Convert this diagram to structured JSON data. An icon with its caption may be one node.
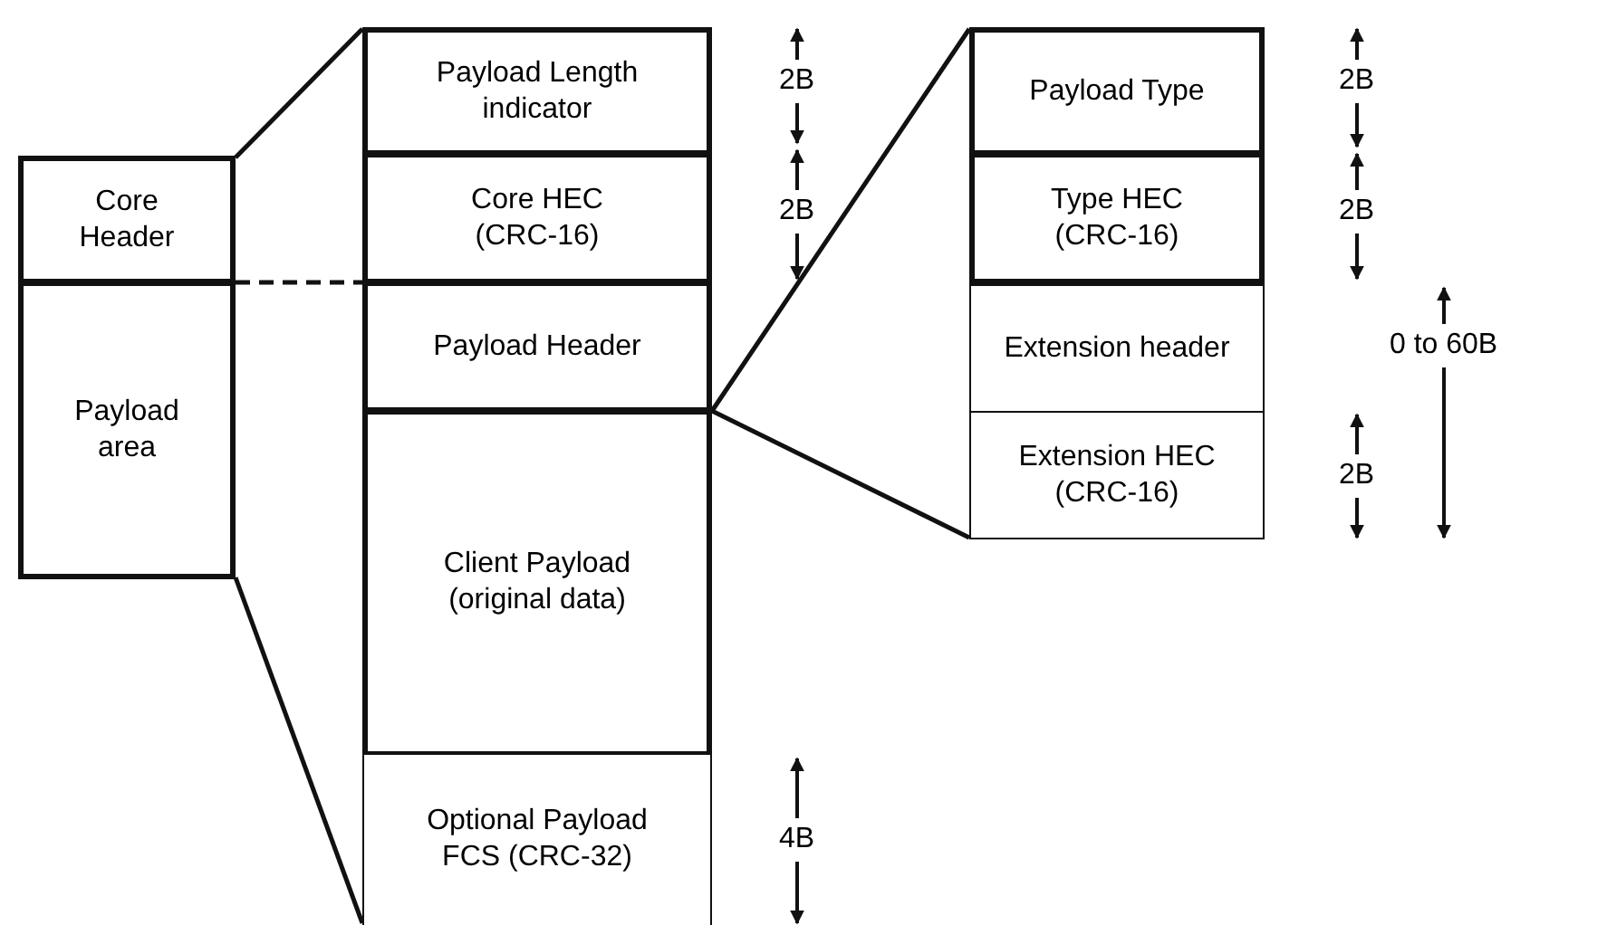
{
  "diagram": {
    "nodes": [
      {
        "text": [
          "Core Header"
        ]
      },
      {
        "text": [
          "Payload area"
        ]
      },
      {
        "text": [
          "Payload Length indicator"
        ]
      },
      {
        "text": [
          "Core HEC (CRC-16)"
        ]
      },
      {
        "text": [
          "Payload Header"
        ]
      },
      {
        "text": [
          "Client Payload (original data)"
        ]
      },
      {
        "text": [
          "Optional Payload FCS (CRC-32)"
        ]
      },
      {
        "text": [
          "Payload Type"
        ]
      },
      {
        "text": [
          "Type HEC (CRC-16)"
        ]
      },
      {
        "text": [
          "Extension header"
        ]
      },
      {
        "text": [
          "Extension HEC (CRC-16)"
        ]
      }
    ],
    "edges": [
      {
        "from": 0,
        "to": 2,
        "arrow": "none"
      },
      {
        "from": 0,
        "to": 4,
        "arrow": "none",
        "style": "dashed"
      },
      {
        "from": 1,
        "to": 6,
        "arrow": "none"
      },
      {
        "from": 4,
        "to": 7,
        "arrow": "none"
      },
      {
        "from": 4,
        "to": 10,
        "arrow": "none"
      }
    ],
    "labels": [
      "2B",
      "2B",
      "2B",
      "2B",
      "0 to 60B",
      "2B",
      "4B"
    ]
  }
}
